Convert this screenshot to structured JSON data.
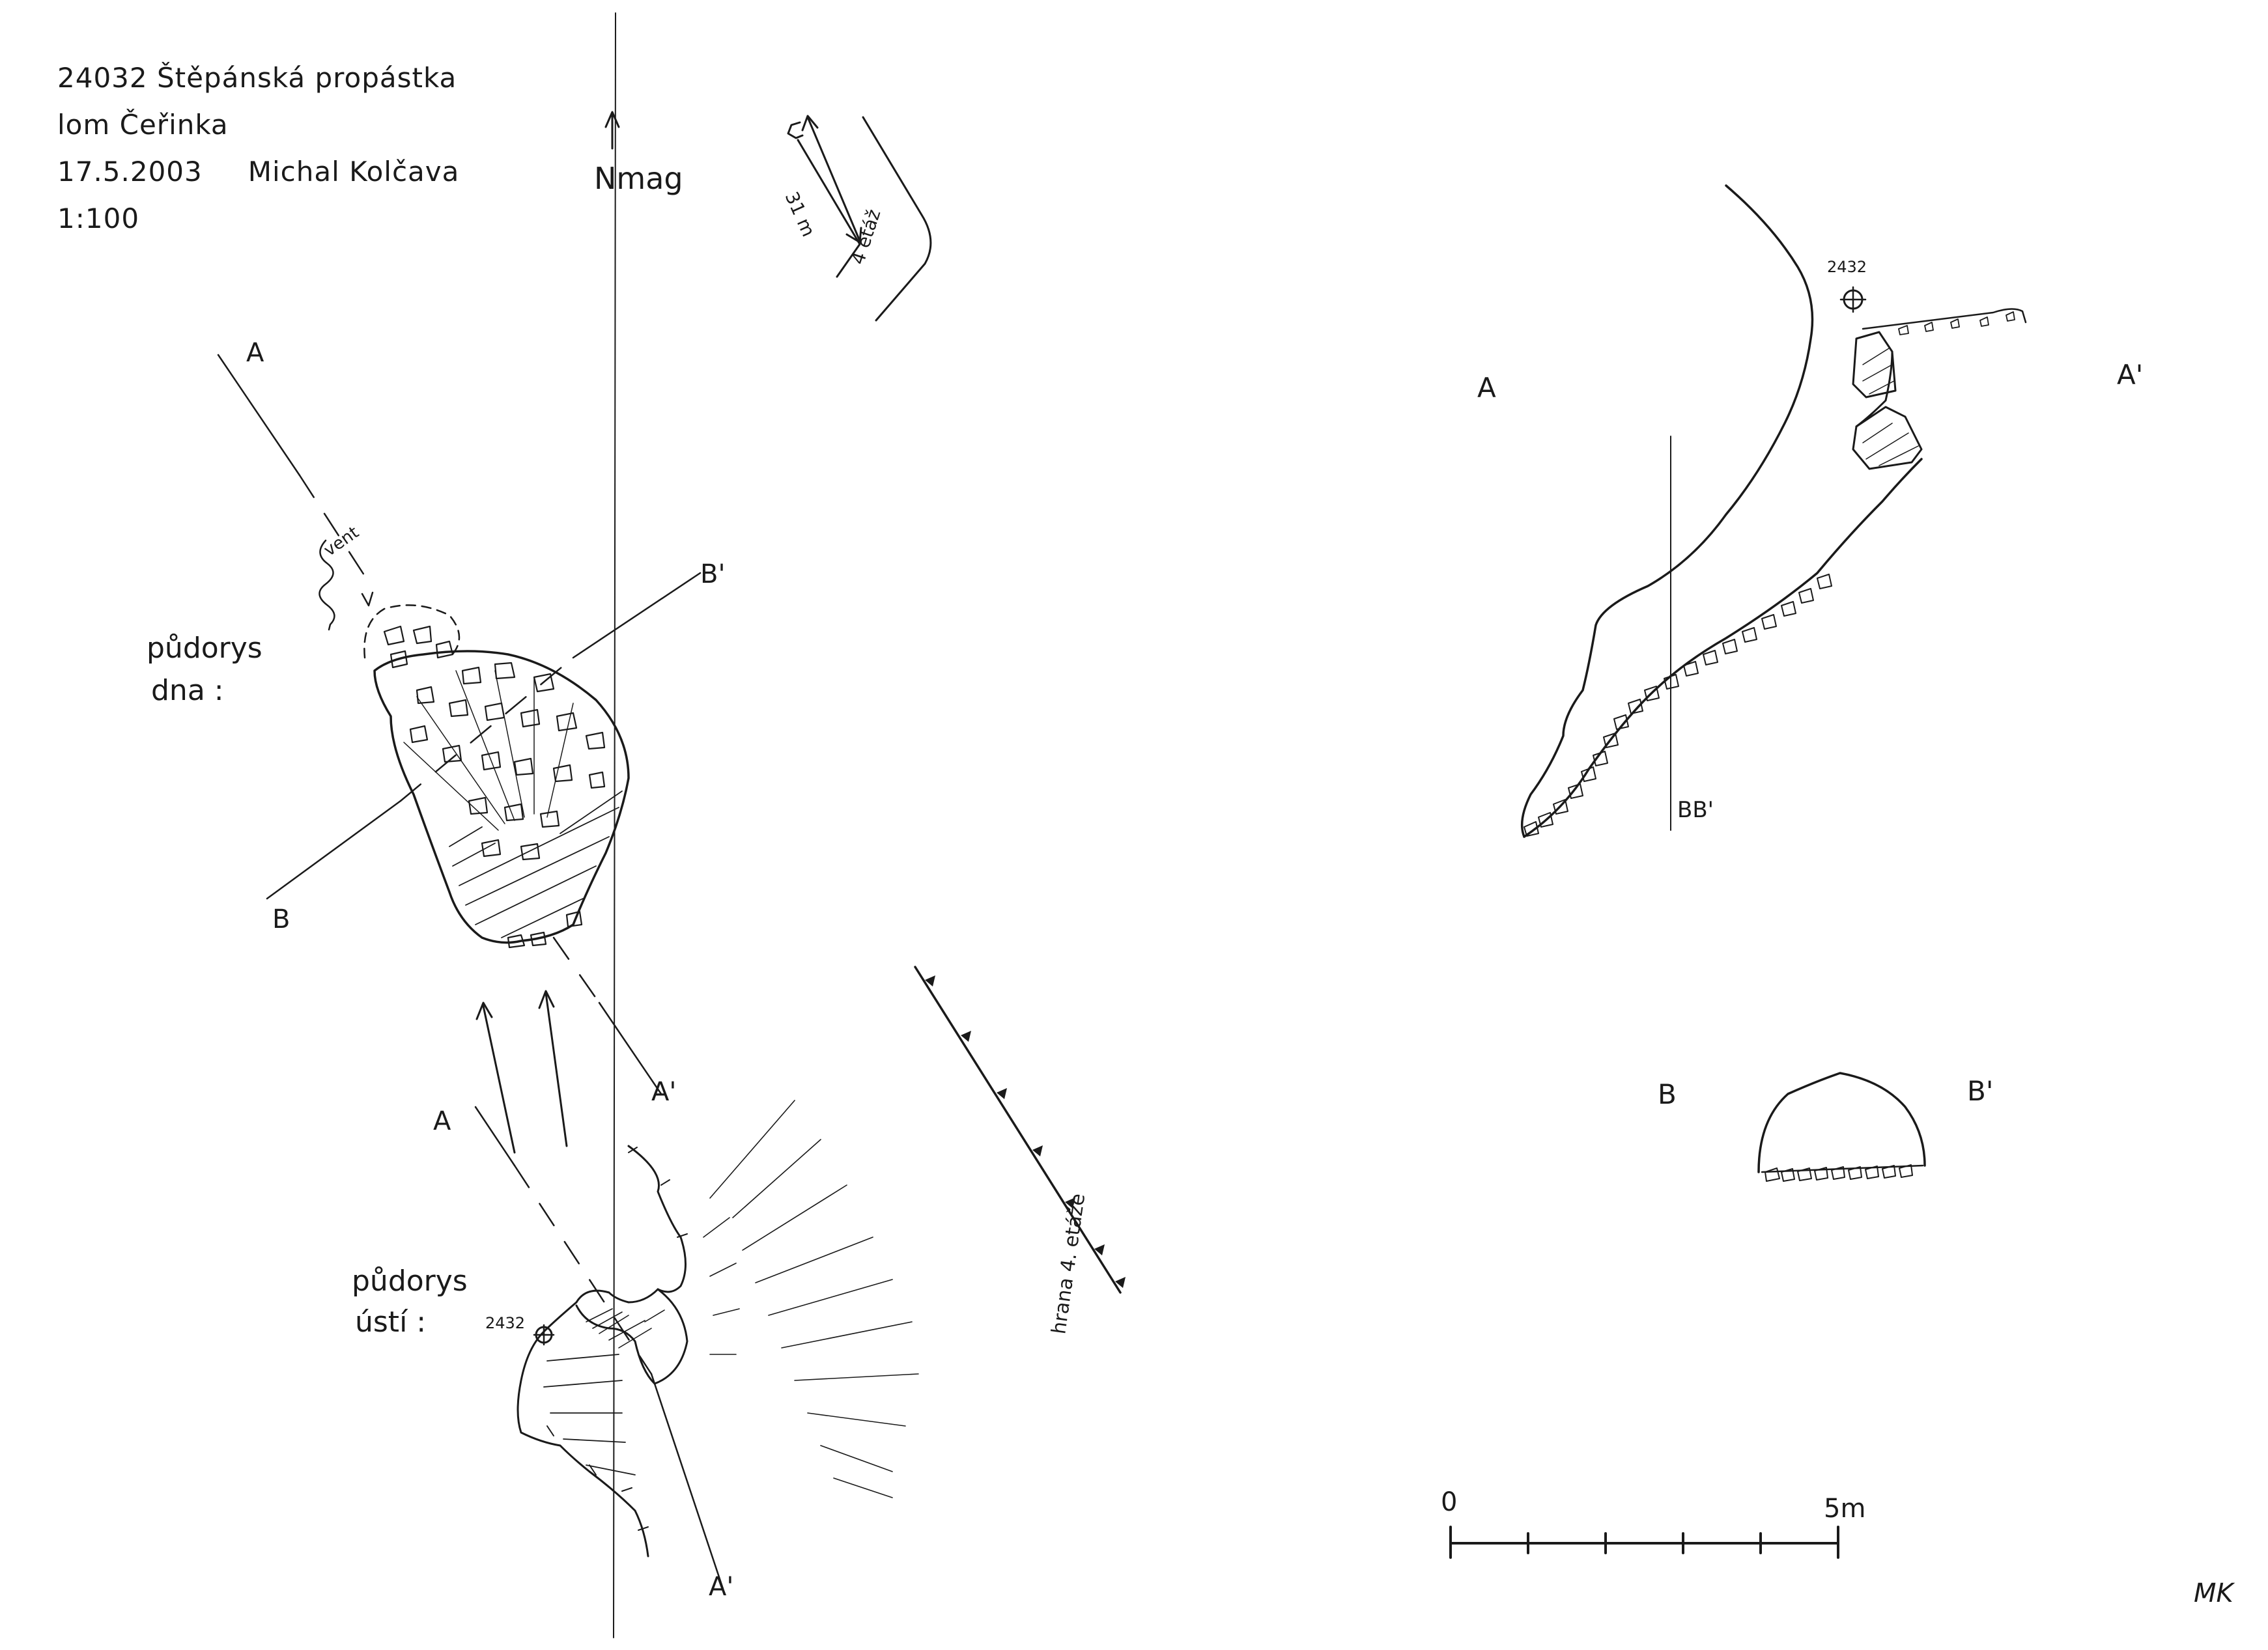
{
  "header": {
    "cave_id_name": "24032 Štěpánská propástka",
    "locality": "lom Čeřinka",
    "date": "17.5.2003",
    "author": "Michal Kolčava",
    "scale": "1:100"
  },
  "north": {
    "label": "Nmag"
  },
  "inset": {
    "length_label": "31 m",
    "level_label": "4 etáž"
  },
  "plan_floor": {
    "label_line1": "půdorys",
    "label_line2": "dna :",
    "vent_label": "vent"
  },
  "plan_entrance": {
    "label_line1": "půdorys",
    "label_line2": "ústí :",
    "point_label": "2432"
  },
  "level_edge_label": "hrana 4. etáže",
  "section_marks": {
    "a": "A",
    "a_prime": "A'",
    "b": "B",
    "b_prime": "B'",
    "bb_prime": "BB'"
  },
  "profile_aa": {
    "left_label": "A",
    "right_label": "A'",
    "point_label": "2432",
    "cut_label": "BB'"
  },
  "cross_section_bb": {
    "left_label": "B",
    "right_label": "B'"
  },
  "scale_bar": {
    "start_label": "0",
    "end_label": "5m"
  },
  "signature": "MK",
  "colors": {
    "ink": "#1a1a1a",
    "paper": "#ffffff"
  }
}
